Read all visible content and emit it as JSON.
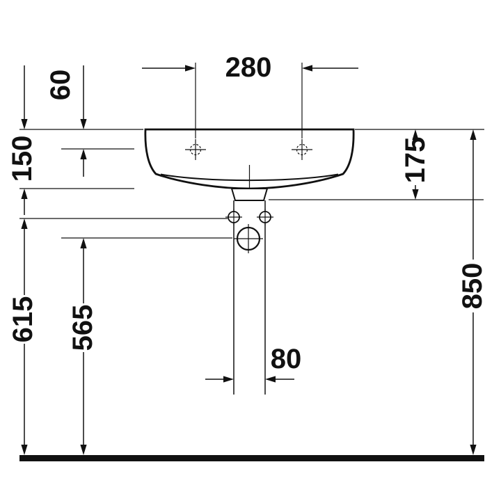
{
  "colors": {
    "line": "#111111",
    "background": "#ffffff"
  },
  "dimensions": {
    "tap_hole_spacing": "280",
    "rim_to_tap_holes": "60",
    "basin_height": "150",
    "rim_to_outlet_bottom": "175",
    "floor_to_rim": "850",
    "floor_to_fixing_holes": "615",
    "floor_to_drain_center": "565",
    "pipe_spacing": "80"
  }
}
